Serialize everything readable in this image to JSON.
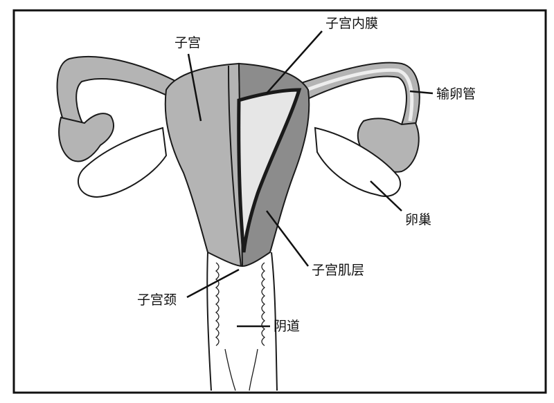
{
  "labels": {
    "uterus": "子宫",
    "endometrium": "子宫内膜",
    "fallopian_tube": "输卵管",
    "ovary": "卵巢",
    "myometrium": "子宫肌层",
    "cervix": "子宫颈",
    "vagina": "阴道"
  },
  "colors": {
    "light_tissue": "#b4b4b4",
    "dark_tissue": "#8c8c8c",
    "cavity": "#e6e6e6",
    "outline": "#1a1a1a"
  }
}
